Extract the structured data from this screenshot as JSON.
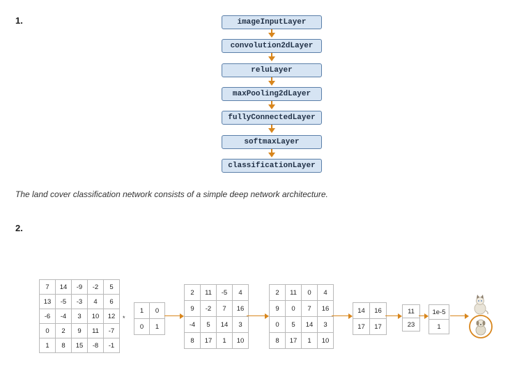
{
  "section1": {
    "number": "1."
  },
  "section2": {
    "number": "2."
  },
  "layers": [
    "imageInputLayer",
    "convolution2dLayer",
    "reluLayer",
    "maxPooling2dLayer",
    "fullyConnectedLayer",
    "softmaxLayer",
    "classificationLayer"
  ],
  "caption": "The land cover classification network consists of a simple deep network architecture.",
  "colors": {
    "layer_fill": "#d6e4f3",
    "layer_border": "#5a7ea8",
    "arrow": "#d8861d"
  },
  "matrices": {
    "input": [
      [
        "7",
        "14",
        "-9",
        "-2",
        "5"
      ],
      [
        "13",
        "-5",
        "-3",
        "4",
        "6"
      ],
      [
        "-6",
        "-4",
        "3",
        "10",
        "12"
      ],
      [
        "0",
        "2",
        "9",
        "11",
        "-7"
      ],
      [
        "1",
        "8",
        "15",
        "-8",
        "-1"
      ]
    ],
    "operator": "*",
    "kernel": [
      [
        "1",
        "0"
      ],
      [
        "0",
        "1"
      ]
    ],
    "conv": [
      [
        "2",
        "11",
        "-5",
        "4"
      ],
      [
        "9",
        "-2",
        "7",
        "16"
      ],
      [
        "-4",
        "5",
        "14",
        "3"
      ],
      [
        "8",
        "17",
        "1",
        "10"
      ]
    ],
    "relu": [
      [
        "2",
        "11",
        "0",
        "4"
      ],
      [
        "9",
        "0",
        "7",
        "16"
      ],
      [
        "0",
        "5",
        "14",
        "3"
      ],
      [
        "8",
        "17",
        "1",
        "10"
      ]
    ],
    "pool": [
      [
        "14",
        "16"
      ],
      [
        "17",
        "17"
      ]
    ],
    "fc": [
      [
        "11"
      ],
      [
        "23"
      ]
    ],
    "softmax": [
      [
        "1e-5"
      ],
      [
        "1"
      ]
    ]
  },
  "icons": {
    "top": "cat-icon",
    "bottom": "dog-icon"
  }
}
